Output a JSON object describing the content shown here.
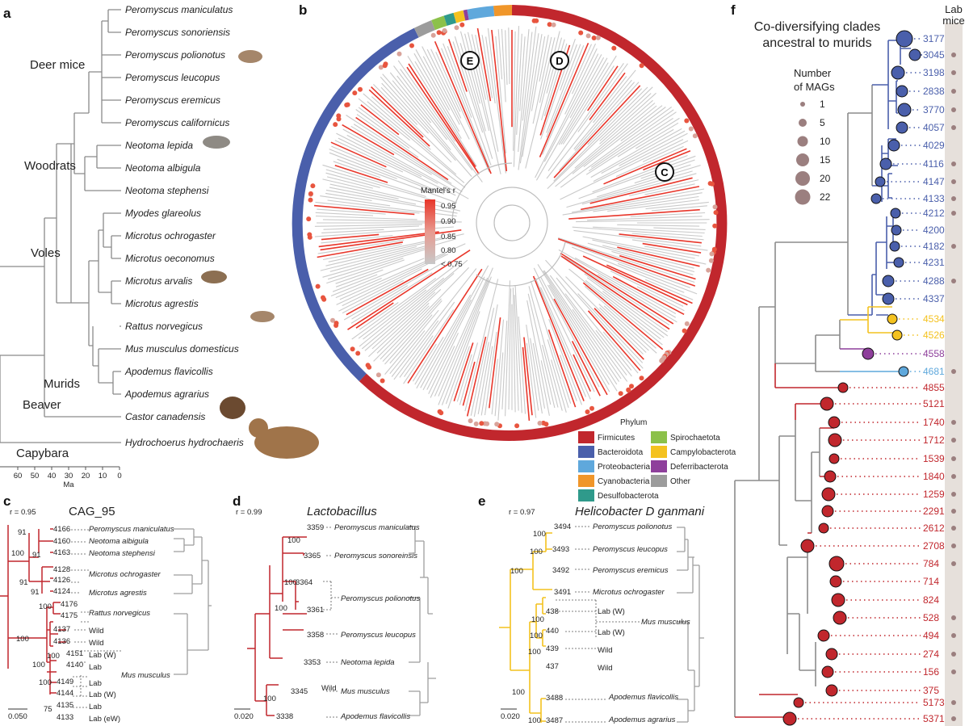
{
  "panel_a": {
    "letter": "a",
    "species": [
      "Peromyscus maniculatus",
      "Peromyscus sonoriensis",
      "Peromyscus polionotus",
      "Peromyscus leucopus",
      "Peromyscus eremicus",
      "Peromyscus californicus",
      "Neotoma lepida",
      "Neotoma albigula",
      "Neotoma stephensi",
      "Myodes glareolus",
      "Microtus ochrogaster",
      "Microtus oeconomus",
      "Microtus arvalis",
      "Microtus agrestis",
      "Rattus norvegicus",
      "Mus musculus domesticus",
      "Apodemus flavicollis",
      "Apodemus agrarius",
      "Castor canadensis",
      "Hydrochoerus hydrochaeris"
    ],
    "groups": [
      "Deer mice",
      "Woodrats",
      "Voles",
      "Murids",
      "Beaver",
      "Capybara"
    ],
    "axis_ticks": [
      "60",
      "50",
      "40",
      "30",
      "20",
      "10",
      "0"
    ],
    "axis_unit": "Ma"
  },
  "panel_b": {
    "letter": "b",
    "clade_labels": [
      "E",
      "D",
      "C"
    ],
    "scale_title": "Mantel's r",
    "scale_ticks": [
      "0.95",
      "0.90",
      "0.85",
      "0.80",
      "< 0.75"
    ],
    "legend_title": "Phylum",
    "phyla": [
      {
        "name": "Firmicutes",
        "color": "#c1272d"
      },
      {
        "name": "Bacteroidota",
        "color": "#4a5fab"
      },
      {
        "name": "Proteobacteria",
        "color": "#5fa8dc"
      },
      {
        "name": "Cyanobacteria",
        "color": "#f0962a"
      },
      {
        "name": "Desulfobacterota",
        "color": "#2f9a8b"
      },
      {
        "name": "Spirochaetota",
        "color": "#8cc14a"
      },
      {
        "name": "Campylobacterota",
        "color": "#f4c21f"
      },
      {
        "name": "Deferribacterota",
        "color": "#8e3f9b"
      },
      {
        "name": "Other",
        "color": "#9c9c9c"
      }
    ]
  },
  "panel_c": {
    "letter": "c",
    "r": "r = 0.95",
    "title": "CAG_95",
    "scale": "0.050",
    "ids": [
      "4166",
      "4160",
      "4163",
      "4128",
      "4126",
      "4124",
      "4176",
      "4175",
      "4137",
      "4136",
      "4151",
      "4140",
      "4149",
      "4144",
      "4135",
      "4133"
    ],
    "hosts": [
      "Peromyscus maniculatus",
      "Neotoma albigula",
      "Neotoma stephensi",
      "Microtus ochrogaster",
      "Microtus agrestis",
      "Rattus norvegicus",
      "Mus musculus"
    ],
    "tags": [
      "Wild",
      "Wild",
      "Lab (W)",
      "Lab",
      "Lab",
      "Lab (W)",
      "Lab",
      "Lab (eW)"
    ],
    "support": [
      "91",
      "100",
      "91",
      "91",
      "91",
      "100",
      "100",
      "100",
      "100",
      "100",
      "75"
    ]
  },
  "panel_d": {
    "letter": "d",
    "r": "r = 0.99",
    "title": "Lactobacillus",
    "scale": "0.020",
    "ids": [
      "3359",
      "3365",
      "3364",
      "3361",
      "3358",
      "3353",
      "3345",
      "3338"
    ],
    "hosts": [
      "Peromyscus maniculatus",
      "Peromyscus sonoreinsis",
      "Peromyscus polionotus",
      "Peromyscus leucopus",
      "Neotoma lepida",
      "Mus musculus",
      "Apodemus flavicollis"
    ],
    "tags": [
      "Wild"
    ],
    "support": [
      "100",
      "100",
      "100",
      "100"
    ]
  },
  "panel_e": {
    "letter": "e",
    "r": "r = 0.97",
    "title": "Helicobacter D ganmani",
    "scale": "0.020",
    "ids": [
      "3494",
      "3493",
      "3492",
      "3491",
      "438",
      "440",
      "439",
      "437",
      "3488",
      "3487"
    ],
    "hosts": [
      "Peromyscus polionotus",
      "Peromyscus leucopus",
      "Peromyscus eremicus",
      "Microtus ochrogaster",
      "Mus musculus",
      "Apodemus flavicollis",
      "Apodemus agrarius"
    ],
    "tags": [
      "Lab (W)",
      "Lab (W)",
      "Wild",
      "Wild"
    ],
    "support": [
      "100",
      "100",
      "100",
      "100",
      "100",
      "100",
      "100",
      "100"
    ]
  },
  "panel_f": {
    "letter": "f",
    "title_line1": "Co-diversifying clades",
    "title_line2": "ancestral to murids",
    "lab_line1": "Lab",
    "lab_line2": "mice",
    "size_legend_title1": "Number",
    "size_legend_title2": "of MAGs",
    "size_legend": [
      "1",
      "5",
      "10",
      "15",
      "20",
      "22"
    ],
    "clades": [
      {
        "id": "3177",
        "color": "#4a5fab",
        "lab": false
      },
      {
        "id": "3045",
        "color": "#4a5fab",
        "lab": true
      },
      {
        "id": "3198",
        "color": "#4a5fab",
        "lab": true
      },
      {
        "id": "2838",
        "color": "#4a5fab",
        "lab": true
      },
      {
        "id": "3770",
        "color": "#4a5fab",
        "lab": true
      },
      {
        "id": "4057",
        "color": "#4a5fab",
        "lab": true
      },
      {
        "id": "4029",
        "color": "#4a5fab",
        "lab": false
      },
      {
        "id": "4116",
        "color": "#4a5fab",
        "lab": true
      },
      {
        "id": "4147",
        "color": "#4a5fab",
        "lab": true
      },
      {
        "id": "4133",
        "color": "#4a5fab",
        "lab": true
      },
      {
        "id": "4212",
        "color": "#4a5fab",
        "lab": true
      },
      {
        "id": "4200",
        "color": "#4a5fab",
        "lab": false
      },
      {
        "id": "4182",
        "color": "#4a5fab",
        "lab": true
      },
      {
        "id": "4231",
        "color": "#4a5fab",
        "lab": false
      },
      {
        "id": "4288",
        "color": "#4a5fab",
        "lab": true
      },
      {
        "id": "4337",
        "color": "#4a5fab",
        "lab": false
      },
      {
        "id": "4534",
        "color": "#f4c21f",
        "lab": false
      },
      {
        "id": "4526",
        "color": "#f4c21f",
        "lab": false
      },
      {
        "id": "4558",
        "color": "#8e3f9b",
        "lab": false
      },
      {
        "id": "4681",
        "color": "#5fa8dc",
        "lab": true
      },
      {
        "id": "4855",
        "color": "#c1272d",
        "lab": false
      },
      {
        "id": "5121",
        "color": "#c1272d",
        "lab": false
      },
      {
        "id": "1740",
        "color": "#c1272d",
        "lab": true
      },
      {
        "id": "1712",
        "color": "#c1272d",
        "lab": true
      },
      {
        "id": "1539",
        "color": "#c1272d",
        "lab": true
      },
      {
        "id": "1840",
        "color": "#c1272d",
        "lab": true
      },
      {
        "id": "1259",
        "color": "#c1272d",
        "lab": true
      },
      {
        "id": "2291",
        "color": "#c1272d",
        "lab": true
      },
      {
        "id": "2612",
        "color": "#c1272d",
        "lab": true
      },
      {
        "id": "2708",
        "color": "#c1272d",
        "lab": true
      },
      {
        "id": "784",
        "color": "#c1272d",
        "lab": true
      },
      {
        "id": "714",
        "color": "#c1272d",
        "lab": false
      },
      {
        "id": "824",
        "color": "#c1272d",
        "lab": false
      },
      {
        "id": "528",
        "color": "#c1272d",
        "lab": true
      },
      {
        "id": "494",
        "color": "#c1272d",
        "lab": true
      },
      {
        "id": "274",
        "color": "#c1272d",
        "lab": true
      },
      {
        "id": "156",
        "color": "#c1272d",
        "lab": true
      },
      {
        "id": "375",
        "color": "#c1272d",
        "lab": false
      },
      {
        "id": "5173",
        "color": "#c1272d",
        "lab": true
      },
      {
        "id": "5371",
        "color": "#c1272d",
        "lab": true
      }
    ]
  }
}
